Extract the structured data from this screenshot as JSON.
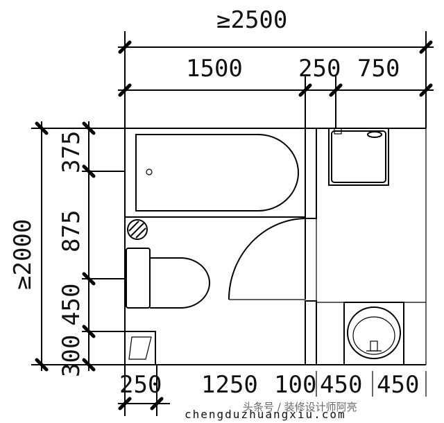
{
  "dimensions": {
    "top_total": "≥2500",
    "top_segments": [
      "1500",
      "250",
      "750"
    ],
    "left_total": "≥2000",
    "left_segments": [
      "375",
      "875",
      "450",
      "300"
    ],
    "bottom_segments": [
      "250",
      "1250",
      "100",
      "450",
      "450"
    ]
  },
  "watermark": {
    "domain": "chengduzhuangxiu.com",
    "overlay": "头条号 / 装修设计师阿亮"
  }
}
